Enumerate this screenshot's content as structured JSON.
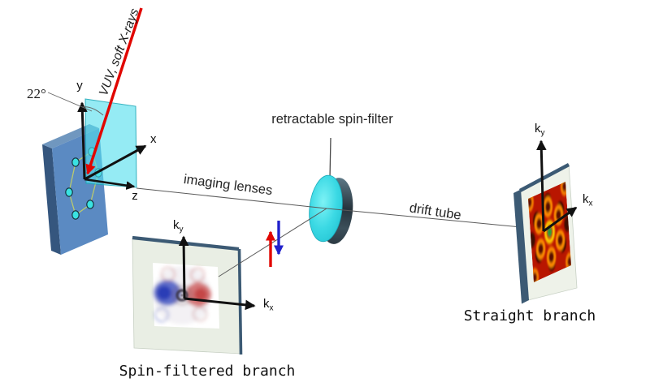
{
  "diagram": {
    "source": {
      "beam_label": "VUV, soft X-rays",
      "angle_label": "22°",
      "axis_x": "x",
      "axis_y": "y",
      "axis_z": "z"
    },
    "beamline": {
      "imaging_lenses_label": "imaging lenses",
      "spin_filter_label": "retractable spin-filter",
      "drift_tube_label": "drift tube"
    },
    "spin_filtered_branch": {
      "label": "Spin-filtered branch",
      "k_base": "k",
      "kx_sub": "x",
      "ky_sub": "y"
    },
    "straight_branch": {
      "label": "Straight branch",
      "k_base": "k",
      "kx_sub": "x",
      "ky_sub": "y"
    },
    "colors": {
      "beam_red": "#e10600",
      "spin_up_red": "#e10600",
      "spin_down_blue": "#2121cc",
      "optics_cyan": "#3bd9e4",
      "sample_plate_blue": "#5b8ac2",
      "detector_edge_slate": "#3c5a74",
      "detector_face": "#e9eee4"
    }
  }
}
